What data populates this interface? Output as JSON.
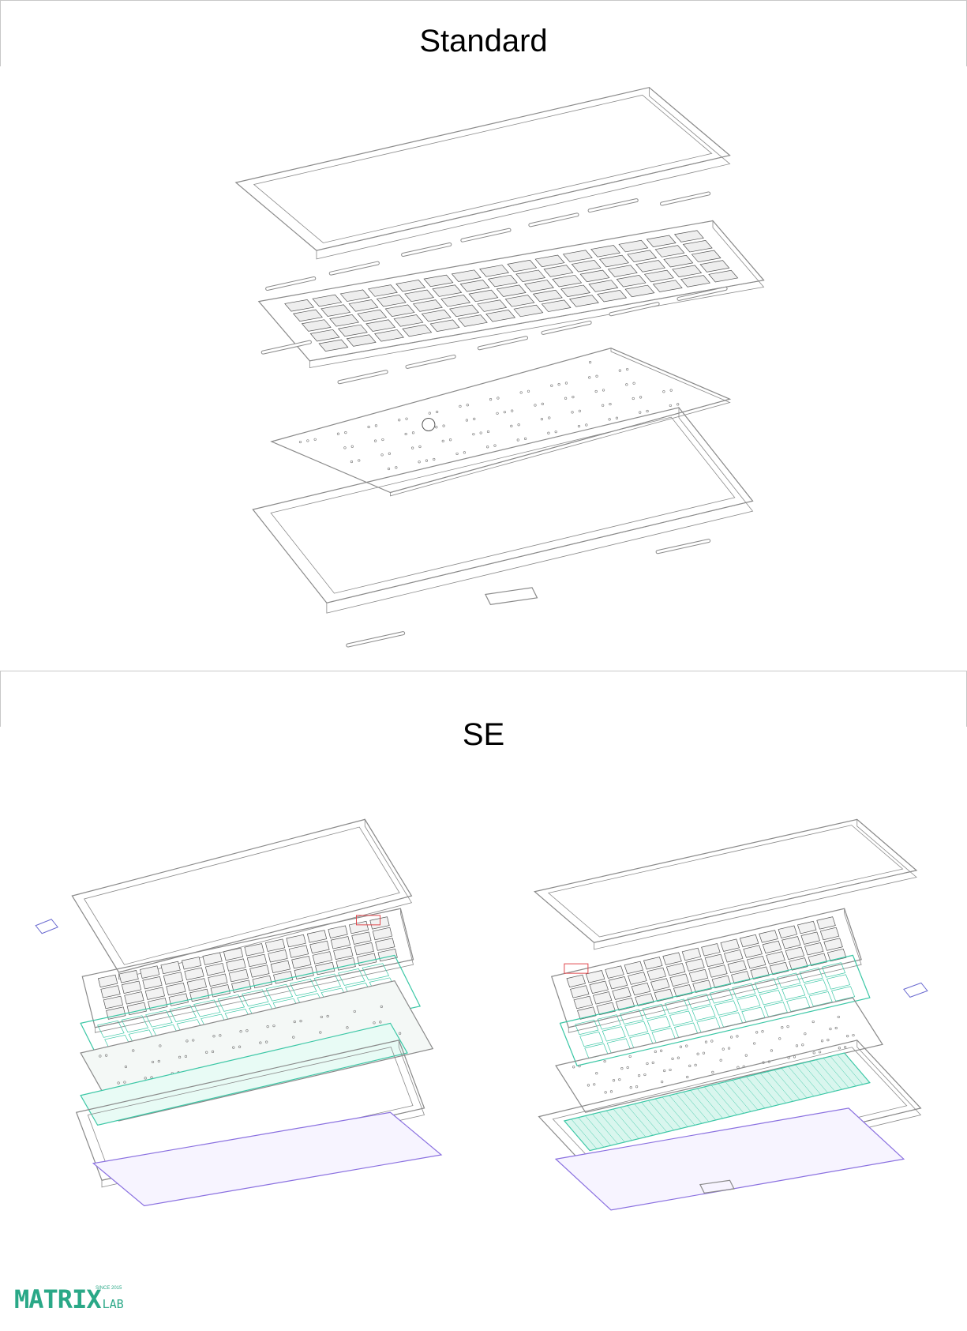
{
  "sections": [
    {
      "title": "Standard"
    },
    {
      "title": "SE"
    }
  ],
  "logo": {
    "main": "MATRIX",
    "sub": "LAB",
    "since": "SINCE 2015"
  },
  "colors": {
    "line": "#8a8a8a",
    "foam": "#3cc7a6",
    "pcb_accent": "#e0474c",
    "bottom_plate": "#8a70e0",
    "logo": "#2aa887"
  }
}
